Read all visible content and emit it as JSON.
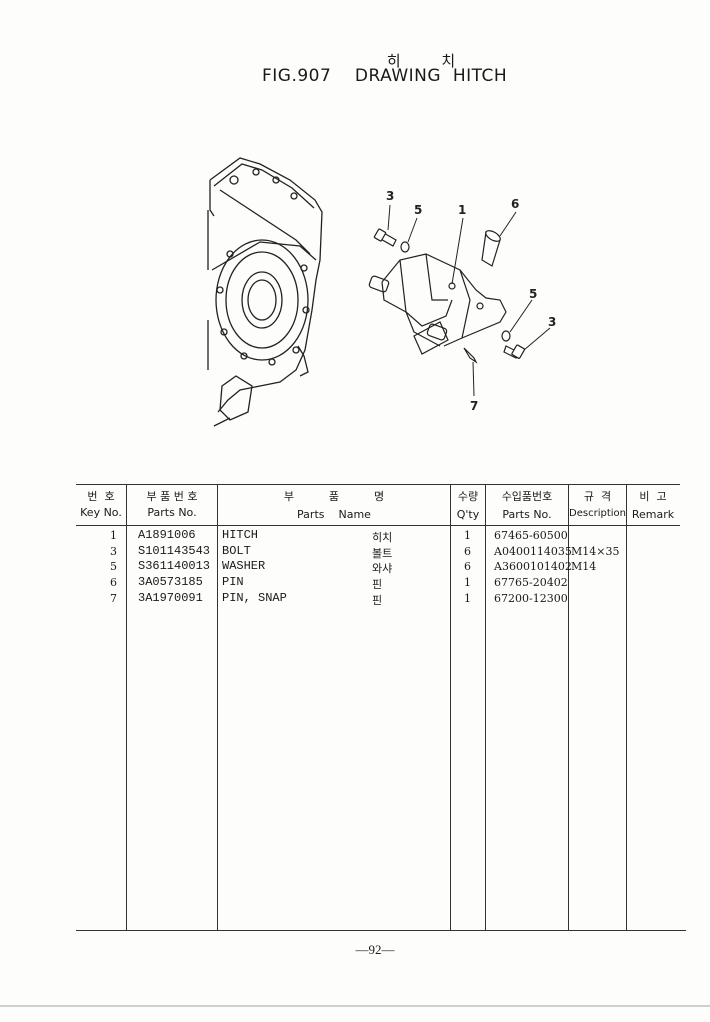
{
  "header": {
    "title_korean": "히 치",
    "title": "FIG.907    DRAWING  HITCH"
  },
  "diagram": {
    "callouts": [
      "1",
      "3",
      "5",
      "6",
      "5",
      "3",
      "7"
    ]
  },
  "table": {
    "columns": [
      {
        "ko": "번  호",
        "en": "Key No."
      },
      {
        "ko": "부 품 번 호",
        "en": "Parts No."
      },
      {
        "ko": "부          품          명",
        "en": "Parts    Name"
      },
      {
        "ko": "수량",
        "en": "Q'ty"
      },
      {
        "ko": "수입품번호",
        "en": "Parts No."
      },
      {
        "ko": "규  격",
        "en": "Description"
      },
      {
        "ko": "비  고",
        "en": "Remark"
      }
    ],
    "rows": [
      {
        "key": "1",
        "part_no": "A1891006",
        "name": "HITCH",
        "name_ko": "히치",
        "qty": "1",
        "import_no": "67465-60500",
        "description": ""
      },
      {
        "key": "3",
        "part_no": "S101143543",
        "name": "BOLT",
        "name_ko": "볼트",
        "qty": "6",
        "import_no": "A0400114035",
        "description": "M14×35"
      },
      {
        "key": "5",
        "part_no": "S361140013",
        "name": "WASHER",
        "name_ko": "와샤",
        "qty": "6",
        "import_no": "A3600101402",
        "description": "M14"
      },
      {
        "key": "6",
        "part_no": "3A0573185",
        "name": "PIN",
        "name_ko": "핀",
        "qty": "1",
        "import_no": "67765-20402",
        "description": ""
      },
      {
        "key": "7",
        "part_no": "3A1970091",
        "name": "PIN, SNAP",
        "name_ko": "핀",
        "qty": "1",
        "import_no": "67200-12300",
        "description": ""
      }
    ]
  },
  "footer": {
    "page_number": "—92—"
  }
}
